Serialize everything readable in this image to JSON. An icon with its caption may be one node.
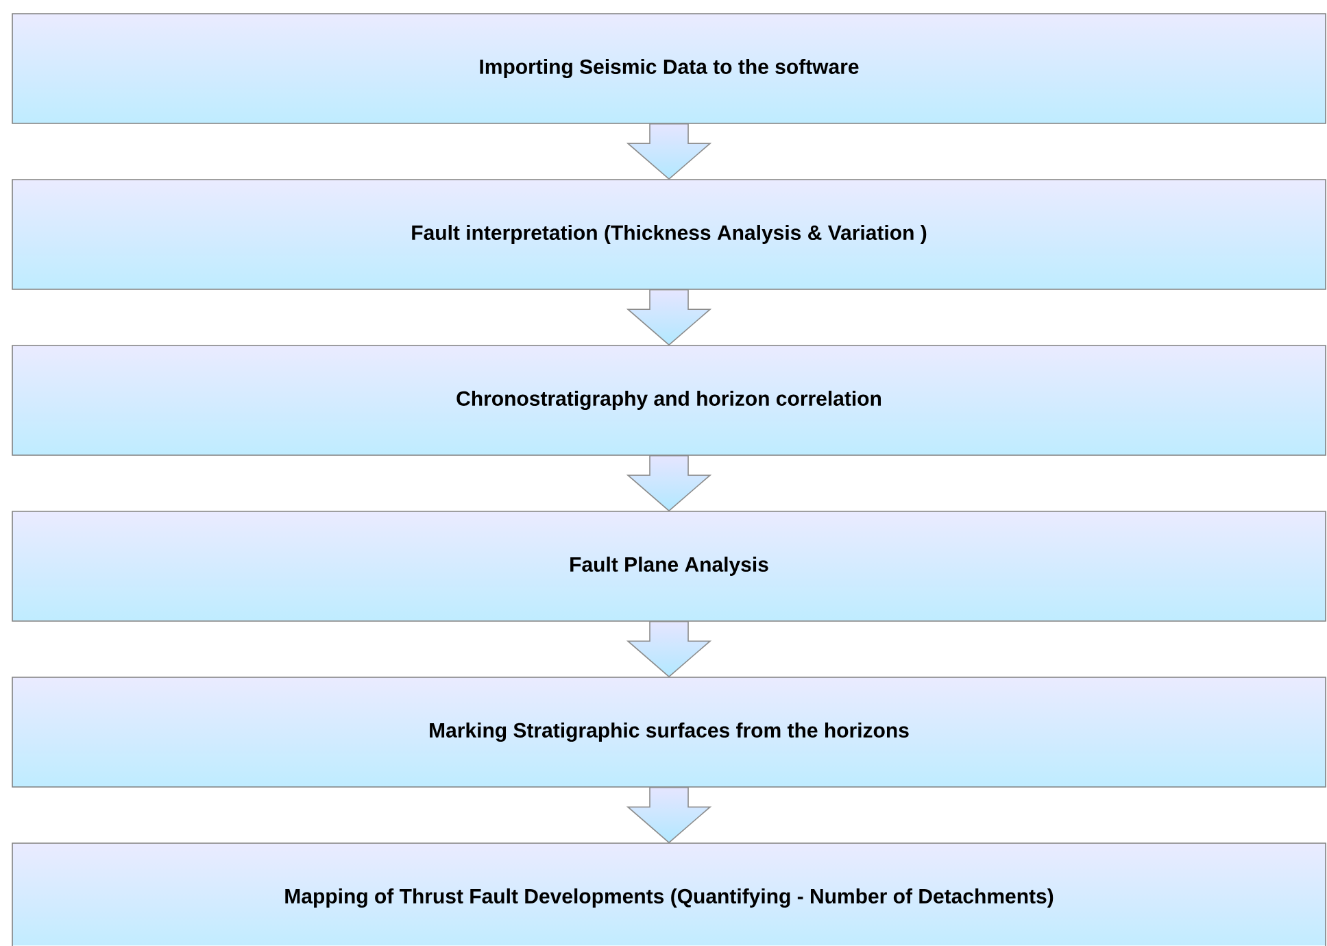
{
  "diagram": {
    "nodes": [
      {
        "text": [
          "Importing Seismic Data to the software"
        ]
      },
      {
        "text": [
          "Fault interpretation (Thickness Analysis & Variation )"
        ]
      },
      {
        "text": [
          "Chronostratigraphy and horizon correlation"
        ]
      },
      {
        "text": [
          "Fault Plane Analysis"
        ]
      },
      {
        "text": [
          "Marking Stratigraphic surfaces  from the horizons"
        ]
      },
      {
        "text": [
          "Mapping of  Thrust Fault Developments (Quantifying - Number of Detachments)"
        ]
      }
    ],
    "edges": [
      {
        "from": 0,
        "to": 1,
        "arrow": "to"
      },
      {
        "from": 1,
        "to": 2,
        "arrow": "to"
      },
      {
        "from": 2,
        "to": 3,
        "arrow": "to"
      },
      {
        "from": 3,
        "to": 4,
        "arrow": "to"
      },
      {
        "from": 4,
        "to": 5,
        "arrow": "to"
      }
    ]
  }
}
